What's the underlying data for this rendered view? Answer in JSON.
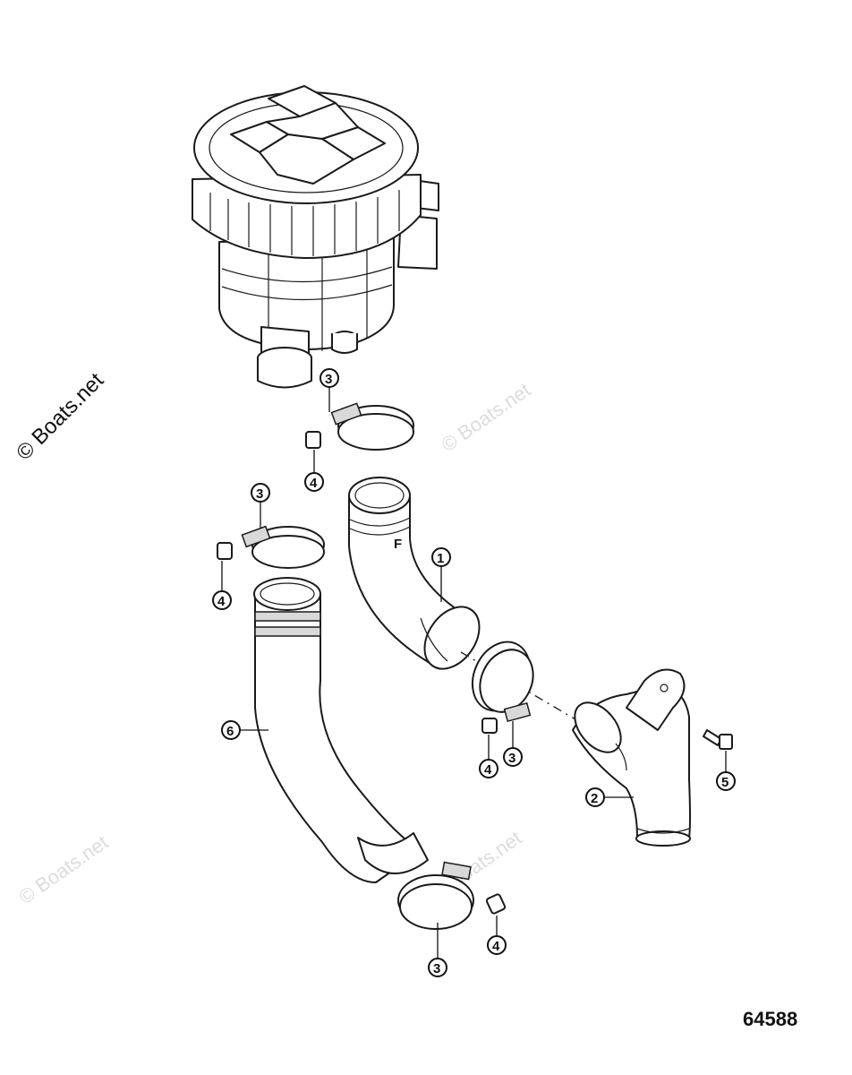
{
  "copyright": "© Boats.net",
  "watermark": "© Boats.net",
  "figure_number": "64588",
  "callouts": [
    "1",
    "2",
    "3",
    "3",
    "3",
    "3",
    "4",
    "4",
    "4",
    "4",
    "5",
    "6"
  ],
  "hose_marking": "F"
}
